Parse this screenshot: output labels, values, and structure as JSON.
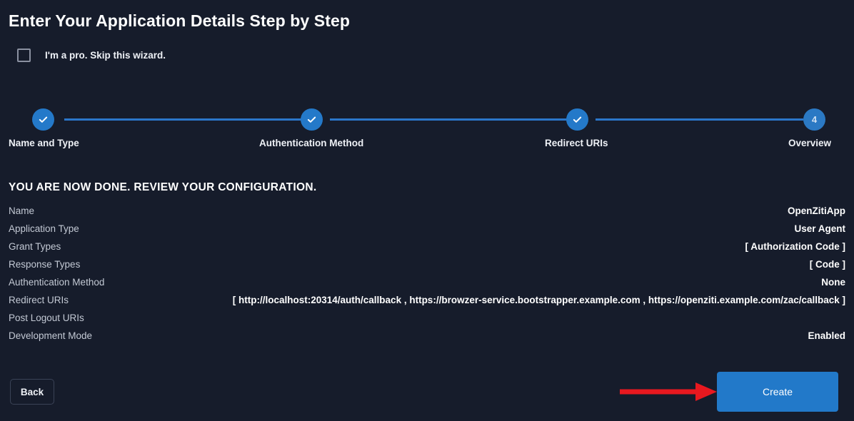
{
  "header": {
    "title": "Enter Your Application Details Step by Step"
  },
  "skip": {
    "label": "I'm a pro. Skip this wizard.",
    "checked": false
  },
  "stepper": {
    "steps": [
      {
        "label": "Name and Type",
        "state": "done",
        "number": "1",
        "icon": "check-icon"
      },
      {
        "label": "Authentication Method",
        "state": "done",
        "number": "2",
        "icon": "check-icon"
      },
      {
        "label": "Redirect URIs",
        "state": "done",
        "number": "3",
        "icon": "check-icon"
      },
      {
        "label": "Overview",
        "state": "current",
        "number": "4",
        "icon": ""
      }
    ]
  },
  "review": {
    "heading": "YOU ARE NOW DONE. REVIEW YOUR CONFIGURATION.",
    "rows": [
      {
        "key": "Name",
        "value": "OpenZitiApp"
      },
      {
        "key": "Application Type",
        "value": "User Agent"
      },
      {
        "key": "Grant Types",
        "value": "[ Authorization Code ]"
      },
      {
        "key": "Response Types",
        "value": "[ Code ]"
      },
      {
        "key": "Authentication Method",
        "value": "None"
      },
      {
        "key": "Redirect URIs",
        "value": "[ http://localhost:20314/auth/callback , https://browzer-service.bootstrapper.example.com , https://openziti.example.com/zac/callback ]"
      },
      {
        "key": "Post Logout URIs",
        "value": ""
      },
      {
        "key": "Development Mode",
        "value": "Enabled"
      }
    ]
  },
  "footer": {
    "back_label": "Back",
    "create_label": "Create"
  },
  "annotation": {
    "arrow": "red-arrow-pointing-right",
    "target": "Create"
  },
  "colors": {
    "background": "#161c2b",
    "accent_blue": "#2479c9",
    "connector_blue": "#2b76c9",
    "annotation_red": "#e8181f",
    "label_grey": "#c3c9d4",
    "value_white": "#ffffff"
  }
}
